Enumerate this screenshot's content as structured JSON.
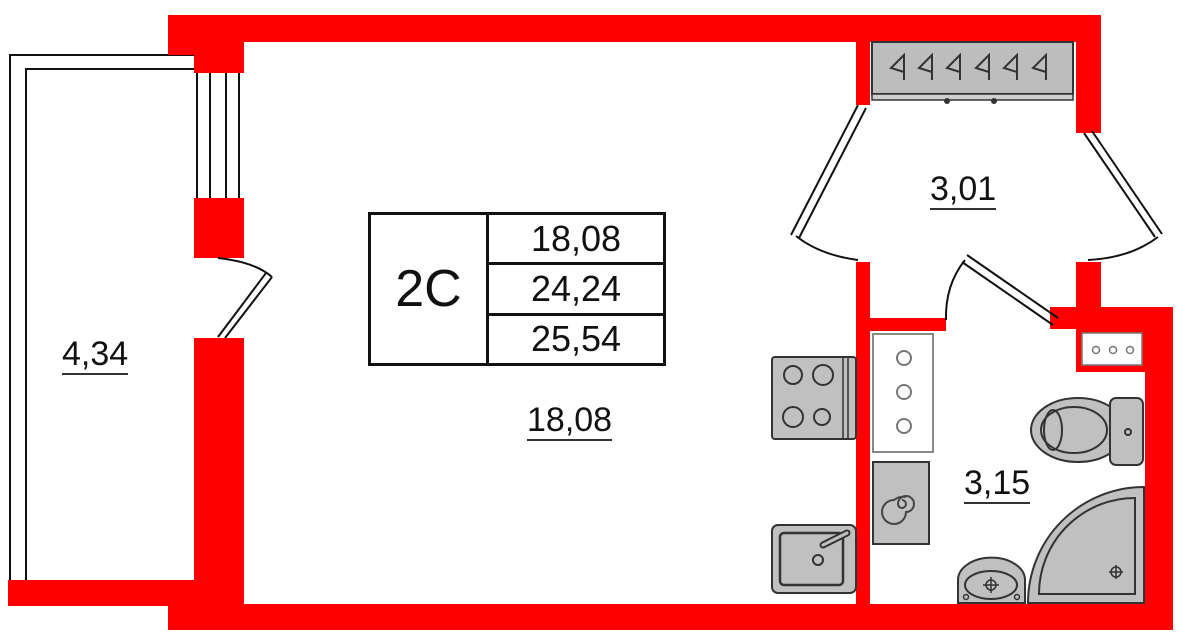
{
  "plan": {
    "type": "studio apartment floor plan",
    "apartment_type": "2C",
    "areas_summary": [
      "18,08",
      "24,24",
      "25,54"
    ],
    "colors": {
      "wall": "#ff0000",
      "fixture_fill": "#c0c0c0",
      "fixture_stroke": "#333333",
      "line": "#111111",
      "background": "#ffffff"
    },
    "rooms": [
      {
        "id": "living-room",
        "area": "18,08"
      },
      {
        "id": "balcony",
        "area": "4,34"
      },
      {
        "id": "hallway",
        "area": "3,01"
      },
      {
        "id": "bathroom",
        "area": "3,15"
      }
    ],
    "fixtures": [
      "wardrobe-with-hangers",
      "stove-4-burner",
      "kitchen-sink",
      "washing-machine",
      "water-heater",
      "toilet",
      "corner-shower",
      "washbasin",
      "electrical-panel"
    ]
  }
}
